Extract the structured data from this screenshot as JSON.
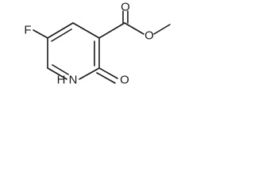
{
  "molecule": {
    "atoms": {
      "fluorine": "F",
      "ring_nitrogen": "N",
      "nh_hydrogen": "H",
      "ketone_oxygen": "O",
      "ester_carbonyl_oxygen": "O",
      "ester_ether_oxygen": "O"
    }
  }
}
